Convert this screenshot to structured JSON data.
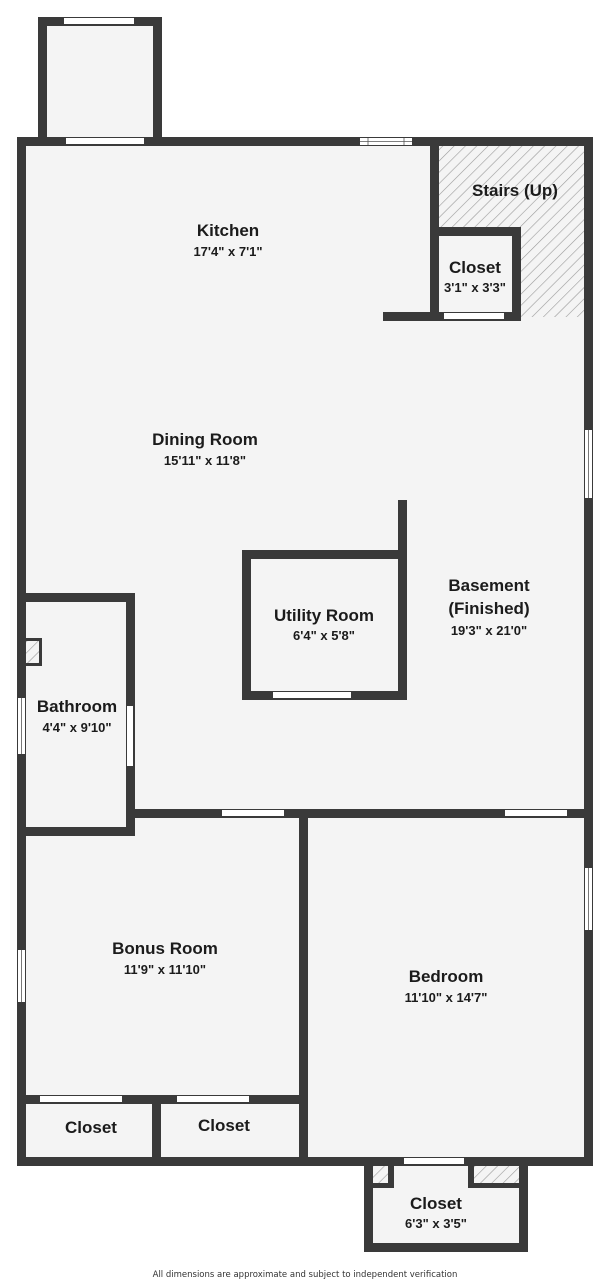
{
  "colors": {
    "wall": "#3a3a3a",
    "floor": "#f4f4f4",
    "window": "#ffffff",
    "hatch": "#9a9a9a"
  },
  "rooms": {
    "kitchen": {
      "name": "Kitchen",
      "dim": "17'4\" x 7'1\""
    },
    "stairs": {
      "name": "Stairs (Up)"
    },
    "closet_top": {
      "name": "Closet",
      "dim": "3'1\" x 3'3\""
    },
    "dining": {
      "name": "Dining Room",
      "dim": "15'11\" x 11'8\""
    },
    "basement": {
      "name_line1": "Basement",
      "name_line2": "(Finished)",
      "dim": "19'3\" x 21'0\""
    },
    "utility": {
      "name": "Utility Room",
      "dim": "6'4\" x 5'8\""
    },
    "bathroom": {
      "name": "Bathroom",
      "dim": "4'4\" x 9'10\""
    },
    "bonus": {
      "name": "Bonus Room",
      "dim": "11'9\" x 11'10\""
    },
    "bedroom": {
      "name": "Bedroom",
      "dim": "11'10\" x 14'7\""
    },
    "closet_bl1": {
      "name": "Closet"
    },
    "closet_bl2": {
      "name": "Closet"
    },
    "closet_bot": {
      "name": "Closet",
      "dim": "6'3\" x 3'5\""
    }
  },
  "footnote": "All dimensions are approximate and subject to independent verification"
}
